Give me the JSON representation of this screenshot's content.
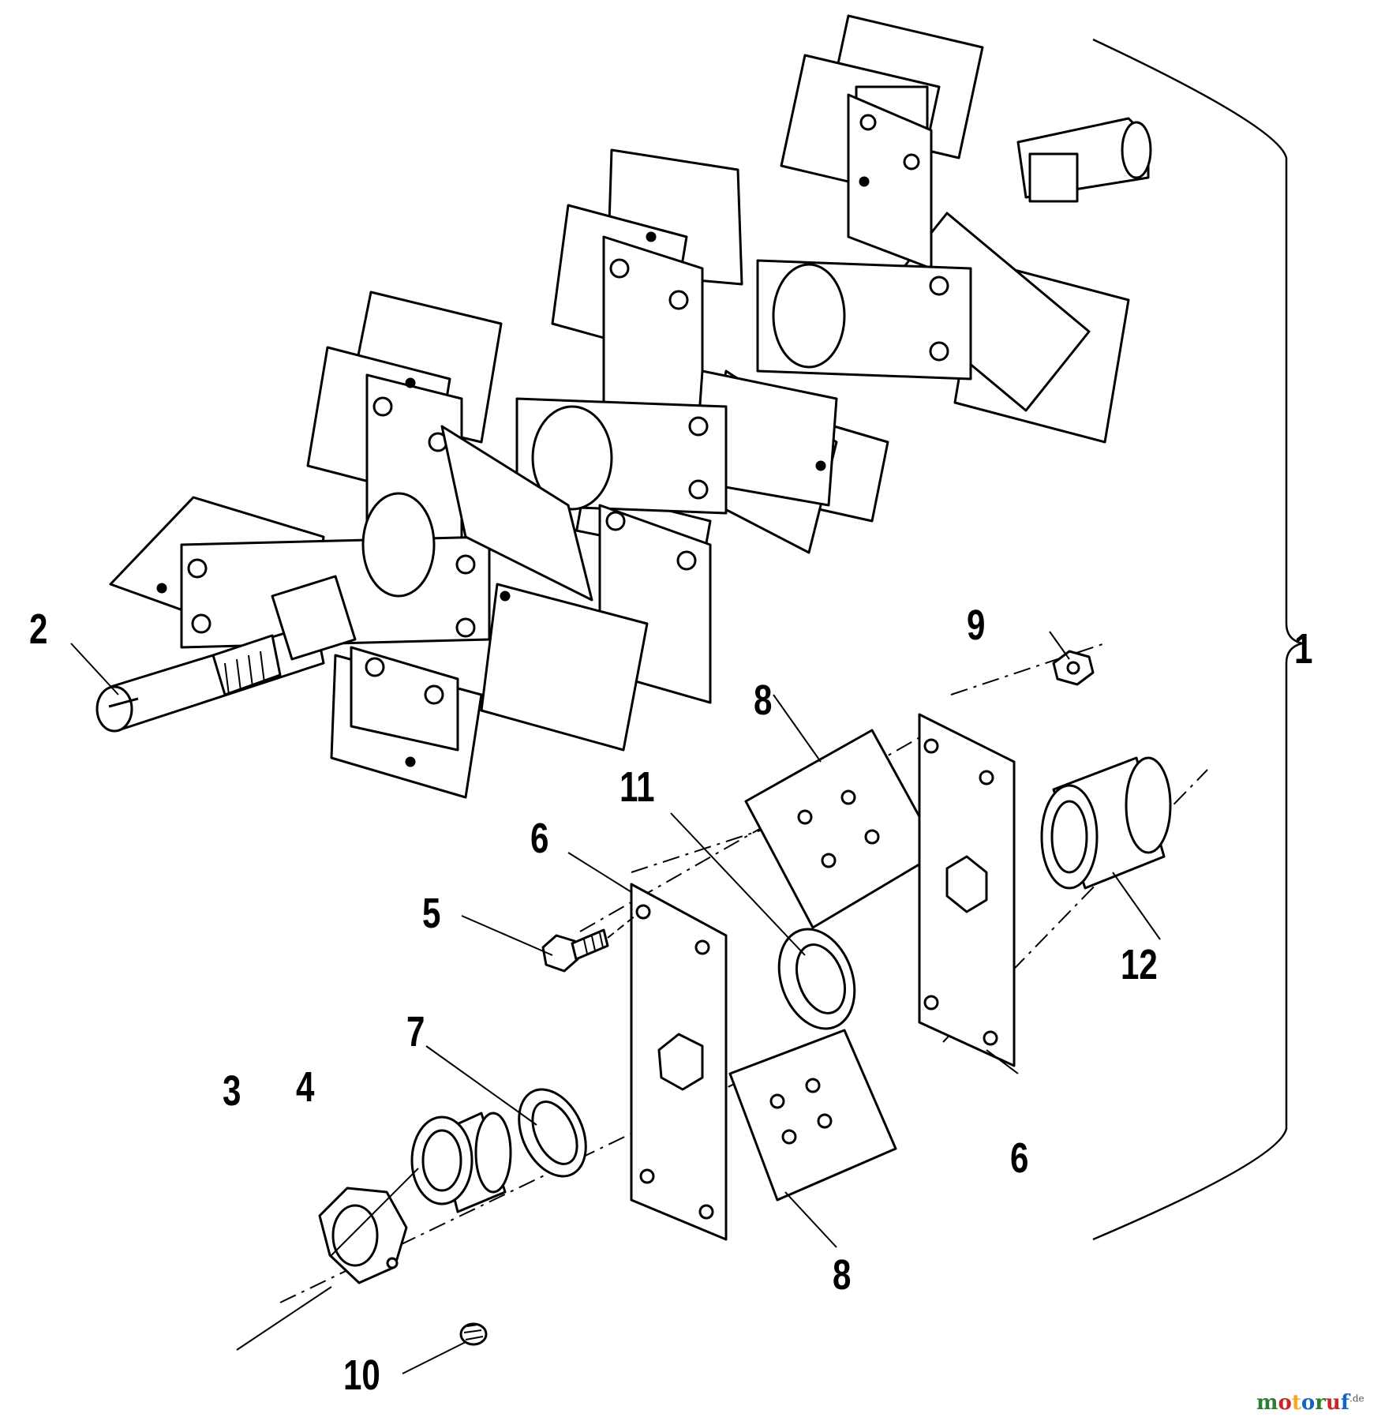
{
  "diagram": {
    "callouts": {
      "c1": "1",
      "c2": "2",
      "c3": "3",
      "c4": "4",
      "c5": "5",
      "c6a": "6",
      "c6b": "6",
      "c7": "7",
      "c8a": "8",
      "c8b": "8",
      "c9": "9",
      "c10": "10",
      "c11": "11",
      "c12": "12"
    }
  },
  "watermark": {
    "letters": [
      "m",
      "o",
      "t",
      "o",
      "r",
      "u",
      "f"
    ],
    "colors": [
      "#2e7d32",
      "#c62828",
      "#f9a825",
      "#1565c0",
      "#2e7d32",
      "#c62828",
      "#1565c0"
    ],
    "suffix": ".de"
  },
  "style": {
    "line_color": "#000000",
    "background": "#ffffff"
  }
}
